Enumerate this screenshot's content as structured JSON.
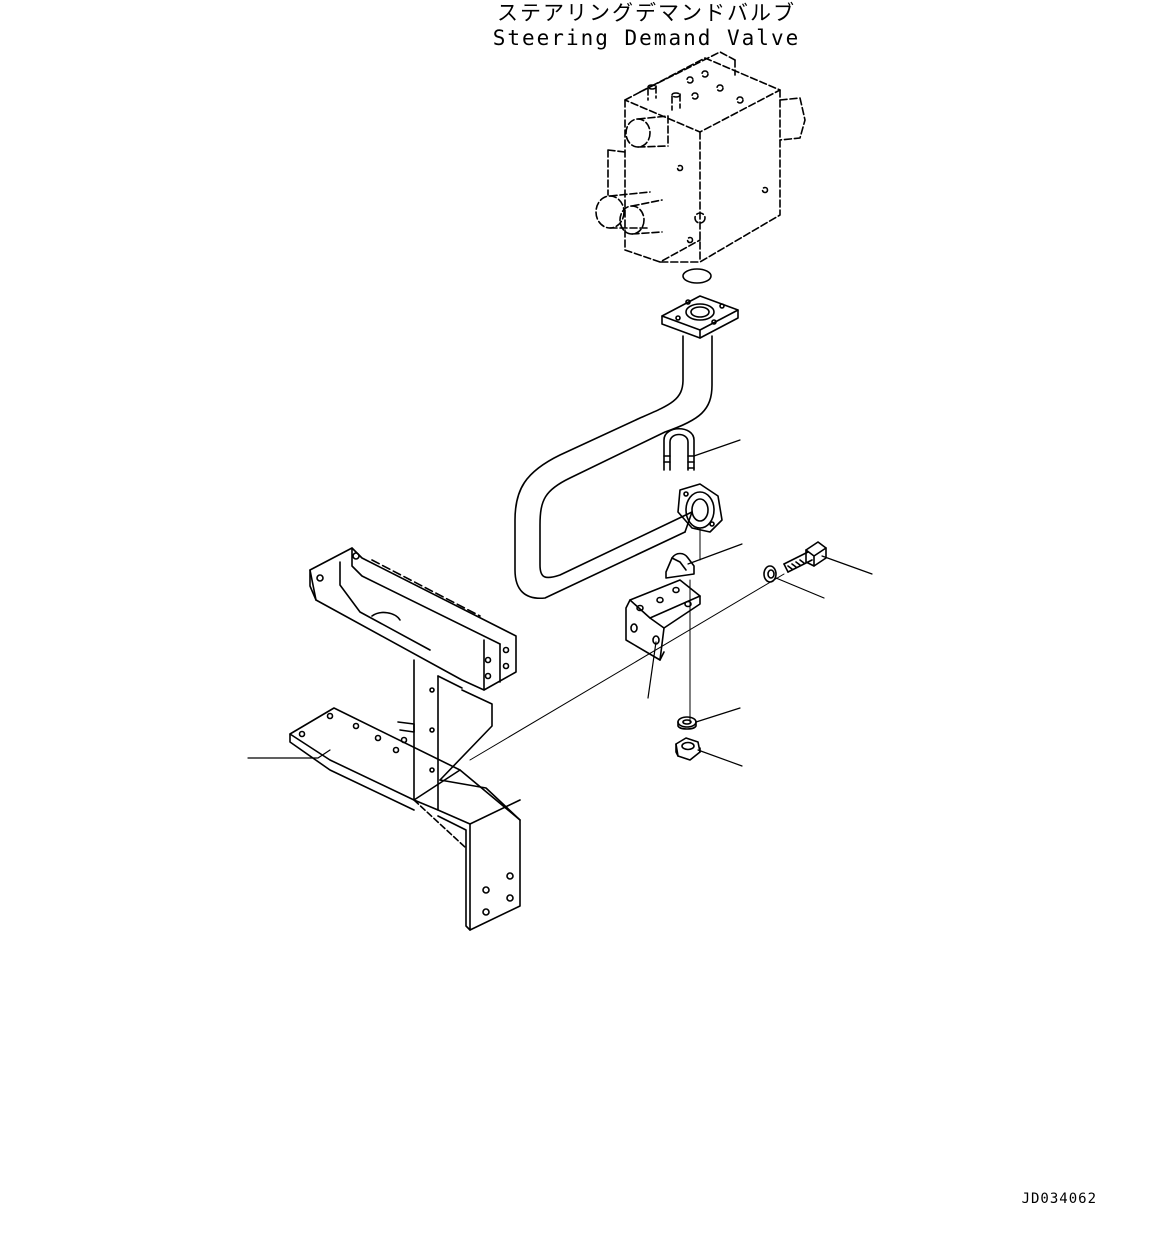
{
  "title": {
    "japanese": "ステアリングデマンドバルブ",
    "english": "Steering Demand Valve"
  },
  "drawing_id": "JD034062",
  "parts": [
    {
      "icon": "steering-demand-valve-icon"
    },
    {
      "icon": "o-ring-icon"
    },
    {
      "icon": "pipe-flange-icon"
    },
    {
      "icon": "steering-pipe-icon"
    },
    {
      "icon": "u-bolt-icon"
    },
    {
      "icon": "pipe-clamp-block-icon"
    },
    {
      "icon": "bolt-icon"
    },
    {
      "icon": "washer-icon"
    },
    {
      "icon": "mounting-bracket-icon"
    },
    {
      "icon": "lock-washer-icon"
    },
    {
      "icon": "nut-icon"
    },
    {
      "icon": "frame-bracket-icon"
    }
  ]
}
